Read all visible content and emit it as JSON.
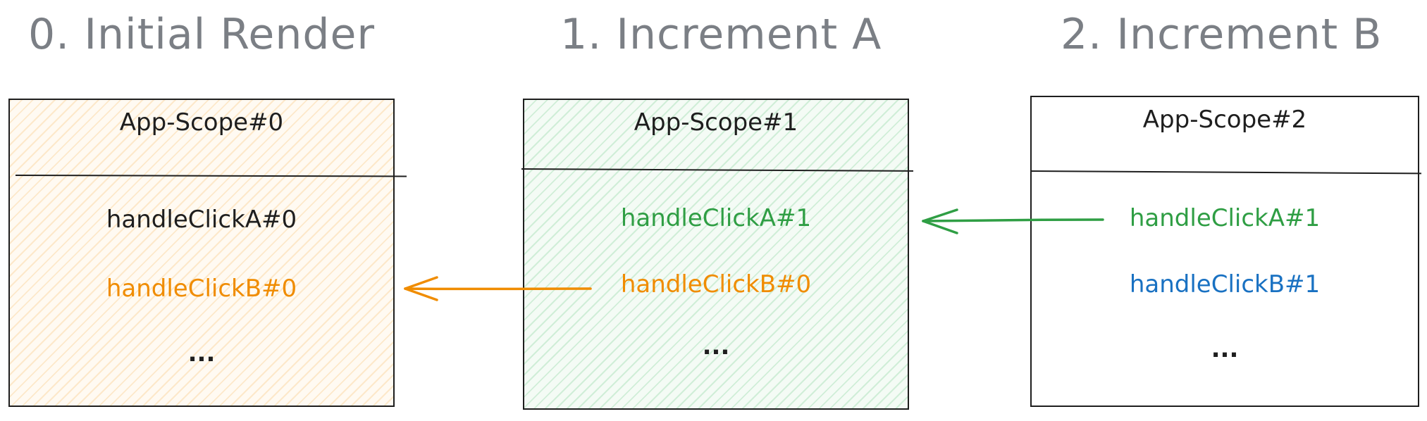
{
  "steps": [
    {
      "title": "0. Initial Render",
      "scope": "App-Scope#0",
      "handlers": [
        {
          "text": "handleClickA#0",
          "color": "#1e1e1e"
        },
        {
          "text": "handleClickB#0",
          "color": "#f08c00"
        }
      ],
      "more": "...",
      "fill": "#f5aa3c"
    },
    {
      "title": "1. Increment A",
      "scope": "App-Scope#1",
      "handlers": [
        {
          "text": "handleClickA#1",
          "color": "#2f9e44"
        },
        {
          "text": "handleClickB#0",
          "color": "#f08c00"
        }
      ],
      "more": "...",
      "fill": "#50be6e"
    },
    {
      "title": "2. Increment B",
      "scope": "App-Scope#2",
      "handlers": [
        {
          "text": "handleClickA#1",
          "color": "#2f9e44"
        },
        {
          "text": "handleClickB#1",
          "color": "#1971c2"
        }
      ],
      "more": "...",
      "fill": "#ffffff"
    }
  ],
  "arrows": [
    {
      "from": "App-Scope#1 handleClickB#0",
      "to": "App-Scope#0 handleClickB#0",
      "color": "#f08c00"
    },
    {
      "from": "App-Scope#2 handleClickA#1",
      "to": "App-Scope#1 handleClickA#1",
      "color": "#2f9e44"
    }
  ]
}
